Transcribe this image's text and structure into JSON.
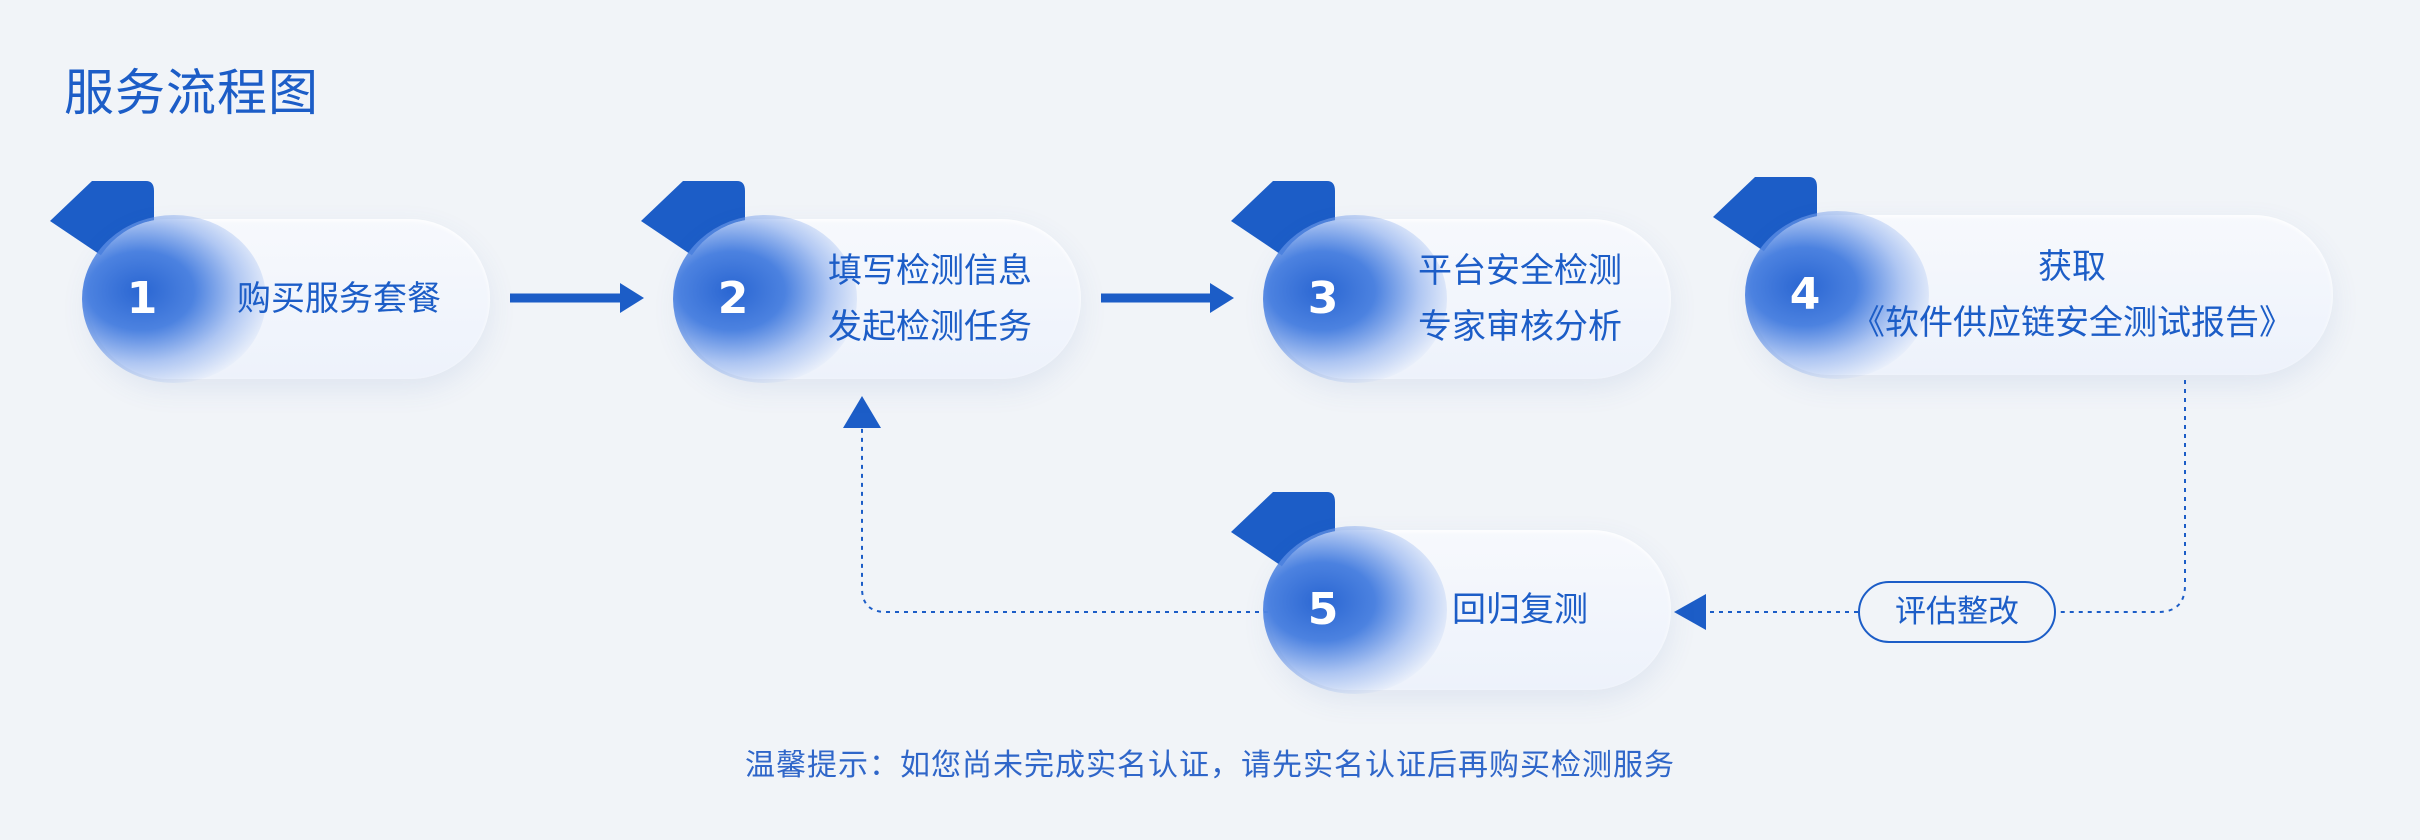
{
  "page": {
    "title": "服务流程图",
    "background": "#f1f4f8",
    "accent": "#1c5dc7"
  },
  "steps": [
    {
      "number": "1",
      "lines": [
        "购买服务套餐"
      ]
    },
    {
      "number": "2",
      "lines": [
        "填写检测信息",
        "发起检测任务"
      ]
    },
    {
      "number": "3",
      "lines": [
        "平台安全检测",
        "专家审核分析"
      ]
    },
    {
      "number": "4",
      "lines": [
        "获取",
        "《软件供应链安全测试报告》"
      ]
    },
    {
      "number": "5",
      "lines": [
        "回归复测"
      ]
    }
  ],
  "connector": {
    "evaluation_label": "评估整改"
  },
  "footer": {
    "note": "温馨提示：如您尚未完成实名认证，请先实名认证后再购买检测服务"
  }
}
